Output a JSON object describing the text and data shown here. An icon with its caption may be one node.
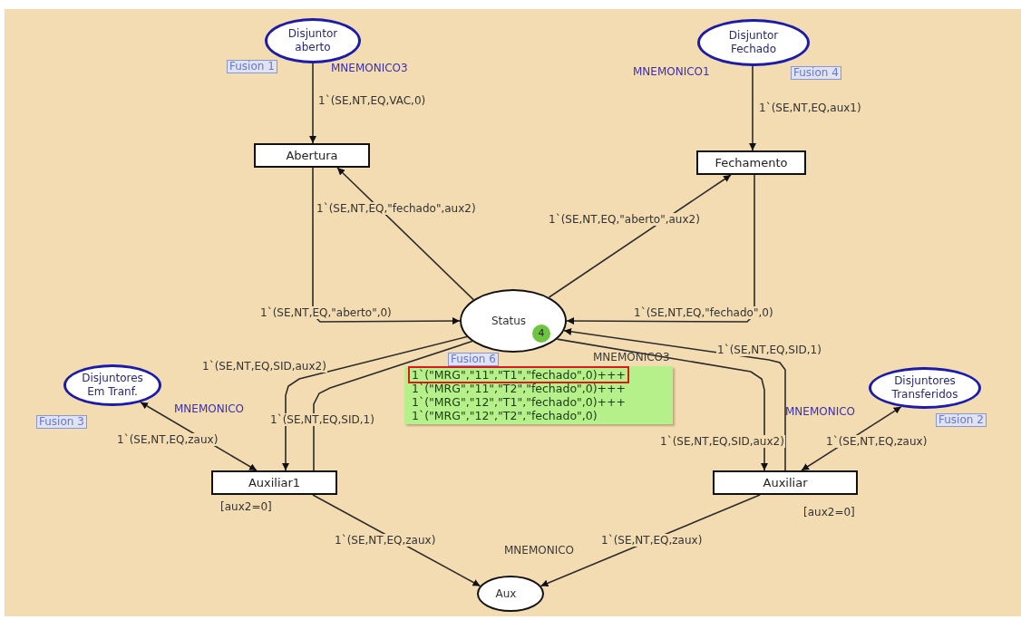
{
  "diagram": {
    "nodes": [
      {
        "text": [
          "Disjuntor aberto"
        ],
        "beside": [
          "Fusion 1",
          "MNEMONICO3"
        ]
      },
      {
        "text": [
          "Disjuntor Fechado"
        ],
        "beside": [
          "MNEMONICO1",
          "Fusion 4"
        ]
      },
      {
        "text": [
          "Abertura"
        ]
      },
      {
        "text": [
          "Fechamento"
        ]
      },
      {
        "text": [
          "Status",
          "4"
        ],
        "beside": [
          "Fusion 6"
        ]
      },
      {
        "text": [
          "1`(\"MRG\",\"11\",\"T1\",\"fechado\",0)+++",
          "1`(\"MRG\",\"11\",\"T2\",\"fechado\",0)+++",
          "1`(\"MRG\",\"12\",\"T1\",\"fechado\",0)+++",
          "1`(\"MRG\",\"12\",\"T2\",\"fechado\",0)"
        ]
      },
      {
        "text": [
          "Disjuntores Em Tranf."
        ],
        "beside": [
          "MNEMONICO",
          "Fusion 3"
        ]
      },
      {
        "text": [
          "Disjuntores Transferidos"
        ],
        "beside": [
          "MNEMONICO",
          "Fusion 2"
        ]
      },
      {
        "text": [
          "Auxiliar1"
        ],
        "beside": [
          "[aux2=0]"
        ]
      },
      {
        "text": [
          "Auxiliar"
        ],
        "beside": [
          "[aux2=0]"
        ]
      },
      {
        "text": [
          "Aux"
        ],
        "beside": [
          "MNEMONICO"
        ]
      }
    ],
    "edges": [
      {
        "from": 0,
        "to": 2,
        "arrow": "to",
        "label": "1`(SE,NT,EQ,VAC,0)"
      },
      {
        "from": 1,
        "to": 3,
        "arrow": "to",
        "label": "1`(SE,NT,EQ,aux1)"
      },
      {
        "from": 4,
        "to": 2,
        "arrow": "to",
        "label": "1`(SE,NT,EQ,\"fechado\",aux2)"
      },
      {
        "from": 4,
        "to": 3,
        "arrow": "to",
        "label": "1`(SE,NT,EQ,\"aberto\",aux2)"
      },
      {
        "from": 2,
        "to": 4,
        "arrow": "to",
        "label": "1`(SE,NT,EQ,\"aberto\",0)"
      },
      {
        "from": 3,
        "to": 4,
        "arrow": "to",
        "label": "1`(SE,NT,EQ,\"fechado\",0)"
      },
      {
        "from": 4,
        "to": 8,
        "arrow": "to",
        "label": "1`(SE,NT,EQ,SID,aux2)"
      },
      {
        "from": 8,
        "to": 4,
        "arrow": "none",
        "label": "1`(SE,NT,EQ,SID,1)"
      },
      {
        "from": 4,
        "to": 9,
        "arrow": "to",
        "label": "1`(SE,NT,EQ,SID,aux2)"
      },
      {
        "from": 9,
        "to": 4,
        "arrow": "to",
        "label": "1`(SE,NT,EQ,SID,1)"
      },
      {
        "from": 6,
        "to": 8,
        "arrow": "both",
        "label": "1`(SE,NT,EQ,zaux)"
      },
      {
        "from": 7,
        "to": 9,
        "arrow": "both",
        "label": "1`(SE,NT,EQ,zaux)"
      },
      {
        "from": 8,
        "to": 10,
        "arrow": "to",
        "label": "1`(SE,NT,EQ,zaux)"
      },
      {
        "from": 9,
        "to": 10,
        "arrow": "to",
        "label": "1`(SE,NT,EQ,zaux)"
      }
    ],
    "labels": [
      "MNEMONICO3"
    ]
  }
}
